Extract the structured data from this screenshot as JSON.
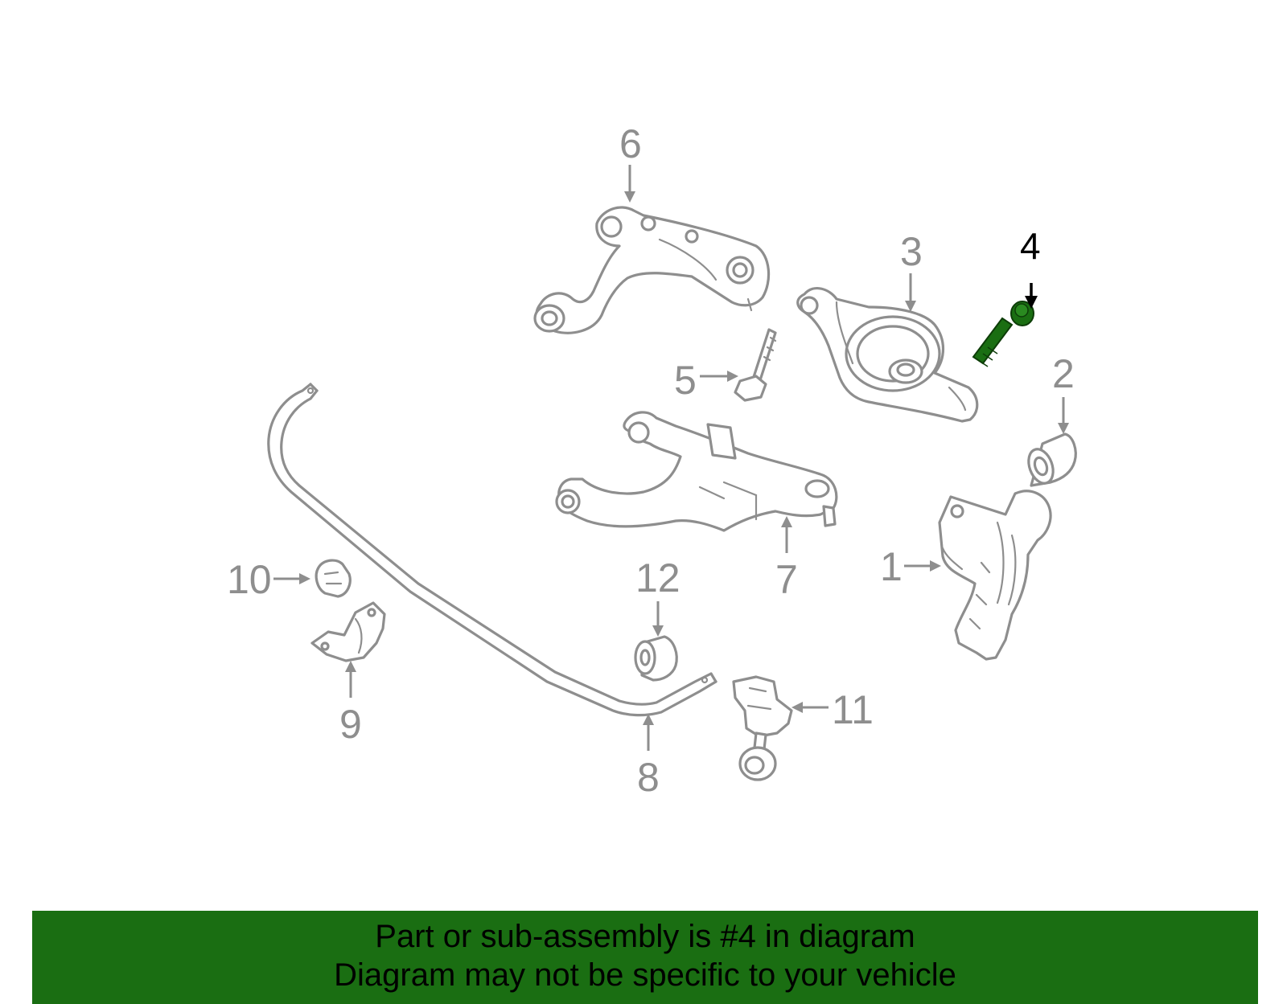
{
  "diagram": {
    "callouts": {
      "c1": "1",
      "c2": "2",
      "c3": "3",
      "c4": "4",
      "c5": "5",
      "c6": "6",
      "c7": "7",
      "c8": "8",
      "c9": "9",
      "c10": "10",
      "c11": "11",
      "c12": "12"
    },
    "highlighted_part": "4",
    "colors": {
      "part_stroke": "#8e8e8e",
      "highlight": "#1a6e12",
      "highlight_label": "#000000"
    }
  },
  "banner": {
    "line1": "Part or sub-assembly is #4 in diagram",
    "line2": "Diagram may not be specific to your vehicle",
    "background": "#1a6e12"
  }
}
